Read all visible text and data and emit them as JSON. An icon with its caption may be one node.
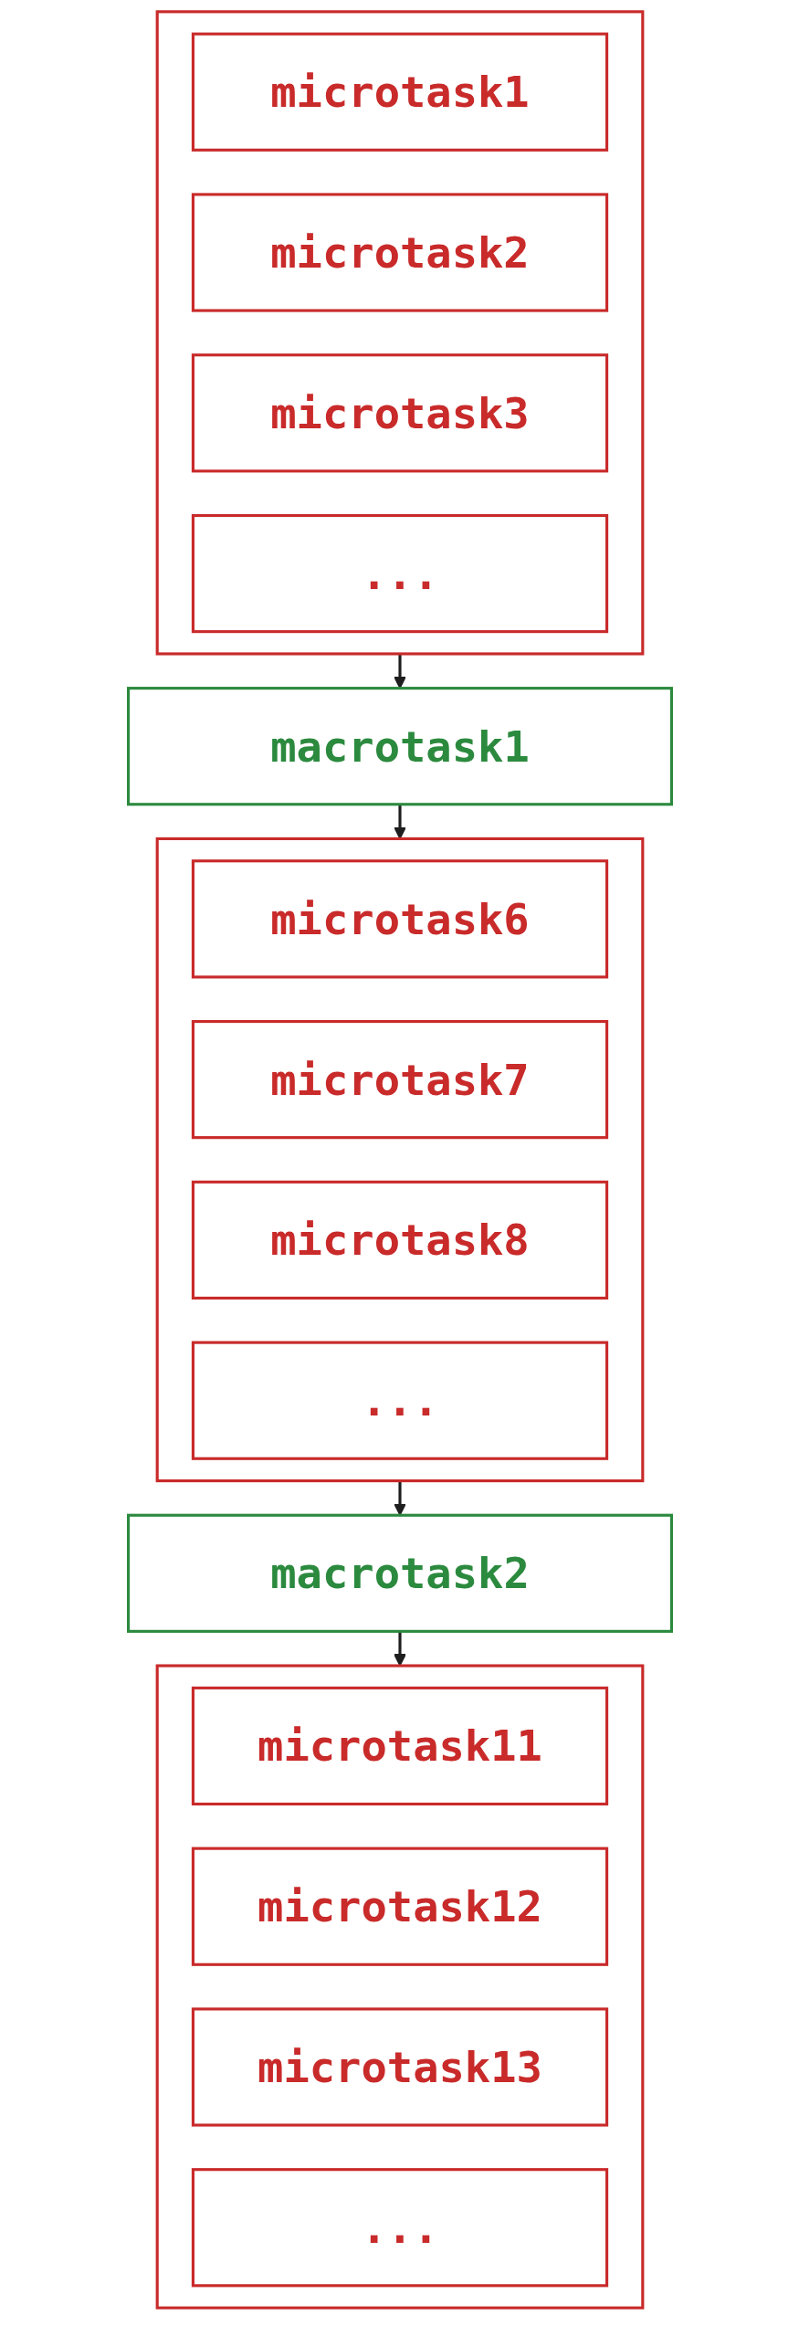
{
  "diagram": {
    "nodes": [
      {
        "text": [],
        "shape": "box"
      },
      {
        "text": [
          "microtask1"
        ],
        "in": 0
      },
      {
        "text": [
          "microtask2"
        ],
        "in": 0
      },
      {
        "text": [
          "microtask3"
        ],
        "in": 0
      },
      {
        "text": [
          "..."
        ],
        "in": 0
      },
      {
        "text": [
          "macrotask1"
        ]
      },
      {
        "text": [],
        "shape": "box"
      },
      {
        "text": [
          "microtask6"
        ],
        "in": 6
      },
      {
        "text": [
          "microtask7"
        ],
        "in": 6
      },
      {
        "text": [
          "microtask8"
        ],
        "in": 6
      },
      {
        "text": [
          "..."
        ],
        "in": 6
      },
      {
        "text": [
          "macrotask2"
        ]
      },
      {
        "text": [],
        "shape": "box"
      },
      {
        "text": [
          "microtask11"
        ],
        "in": 12
      },
      {
        "text": [
          "microtask12"
        ],
        "in": 12
      },
      {
        "text": [
          "microtask13"
        ],
        "in": 12
      },
      {
        "text": [
          "..."
        ],
        "in": 12
      }
    ],
    "edges": [
      {
        "from": 0,
        "to": 5,
        "arrow": "to"
      },
      {
        "from": 5,
        "to": 6,
        "arrow": "to"
      },
      {
        "from": 6,
        "to": 11,
        "arrow": "to"
      },
      {
        "from": 11,
        "to": 12,
        "arrow": "to"
      }
    ]
  }
}
